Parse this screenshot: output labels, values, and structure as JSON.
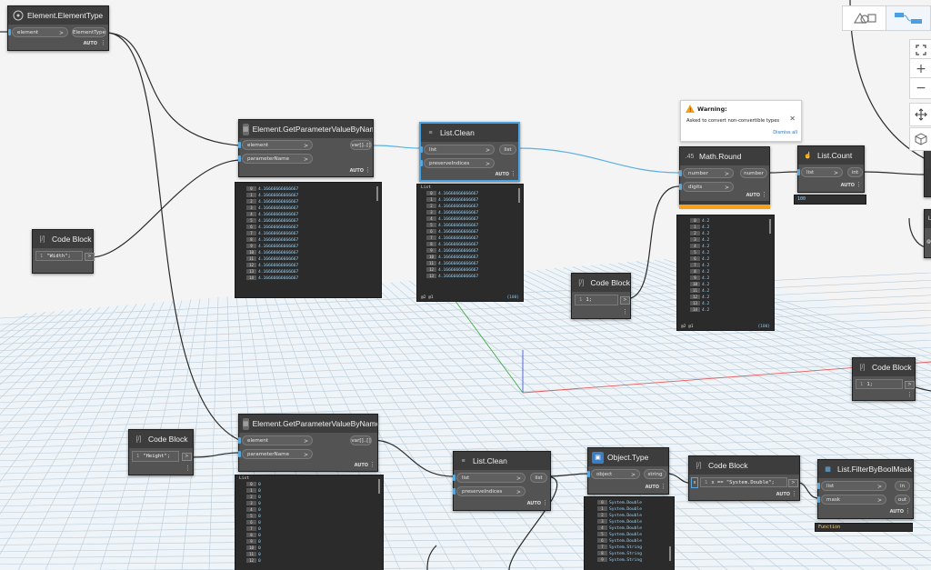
{
  "colors": {
    "wire_selected": "#5ab0e4",
    "wire": "#2a2a2a",
    "node_bg": "#3a3a3a",
    "port_bg": "#5f5f5f",
    "preview_text": "#9cd4f7",
    "warning": "#f6a11a"
  },
  "nodes": {
    "element_type": {
      "title": "Element.ElementType",
      "input": "element",
      "output": "ElementType",
      "lacing": "AUTO"
    },
    "gpv1": {
      "title": "Element.GetParameterValueByName",
      "inputs": [
        "element",
        "parameterName"
      ],
      "output": "var[]..[]",
      "lacing": "AUTO",
      "preview": [
        "4.16666666666667",
        "4.16666666666667",
        "4.16666666666667",
        "4.16666666666667",
        "4.16666666666667",
        "4.16666666666667",
        "4.16666666666667",
        "4.16666666666667",
        "4.16666666666667",
        "4.16666666666667",
        "4.16666666666667",
        "4.16666666666667",
        "4.16666666666667",
        "4.16666666666667",
        "4.16666666666667"
      ]
    },
    "code_width": {
      "title": "Code Block",
      "line": "1",
      "code": "\"Width\";",
      "out": ">"
    },
    "clean1": {
      "title": "List.Clean",
      "inputs": [
        "list",
        "preserveIndices"
      ],
      "output": "list",
      "lacing": "AUTO",
      "preview_header": "List",
      "preview": [
        "4.16666666666667",
        "4.16666666666667",
        "4.16666666666667",
        "4.16666666666667",
        "4.16666666666667",
        "4.16666666666667",
        "4.16666666666667",
        "4.16666666666667",
        "4.16666666666667",
        "4.16666666666667",
        "4.16666666666667",
        "4.16666666666667",
        "4.16666666666667",
        "4.16666666666667"
      ],
      "footer_left": "@2 @1",
      "footer_right": "{100}"
    },
    "code_one": {
      "title": "Code Block",
      "line": "1",
      "code": "1;"
    },
    "warning": {
      "title": "Warning:",
      "message": "Asked to convert non-convertible types",
      "dismiss": "Dismiss all"
    },
    "round": {
      "title": "Math.Round",
      "inputs": [
        "number",
        "digits"
      ],
      "output": "number",
      "lacing": "AUTO",
      "preview": [
        "4.2",
        "4.2",
        "4.2",
        "4.2",
        "4.2",
        "4.2",
        "4.2",
        "4.2",
        "4.2",
        "4.2",
        "4.2",
        "4.2",
        "4.2",
        "4.2",
        "4.2"
      ],
      "footer_left": "@2 @1",
      "footer_right": "{100}"
    },
    "count": {
      "title": "List.Count",
      "input": "list",
      "output": "int",
      "lacing": "AUTO",
      "result": "100"
    },
    "code_right": {
      "title": "Code Block",
      "line": "1",
      "code": "1;"
    },
    "code_height": {
      "title": "Code Block",
      "line": "1",
      "code": "\"Height\";"
    },
    "gpv2": {
      "title": "Element.GetParameterValueByName",
      "inputs": [
        "element",
        "parameterName"
      ],
      "output": "var[]..[]",
      "lacing": "AUTO",
      "preview_header": "List",
      "preview": [
        "0",
        "0",
        "0",
        "0",
        "0",
        "0",
        "0",
        "0",
        "0",
        "0",
        "0",
        "0",
        "0"
      ]
    },
    "clean2": {
      "title": "List.Clean",
      "inputs": [
        "list",
        "preserveIndices"
      ],
      "output": "list",
      "lacing": "AUTO"
    },
    "objtype": {
      "title": "Object.Type",
      "input": "object",
      "output": "string",
      "lacing": "AUTO",
      "preview": [
        "System.Double",
        "System.Double",
        "System.Double",
        "System.Double",
        "System.Double",
        "System.Double",
        "System.Double",
        "System.String",
        "System.String",
        "System.String"
      ]
    },
    "code_filter": {
      "title": "Code Block",
      "line": "1",
      "code": "x == \"System.Double\";",
      "lacing": "AUTO"
    },
    "filter": {
      "title": "List.FilterByBoolMask",
      "inputs": [
        "list",
        "mask"
      ],
      "outputs": [
        "in",
        "out"
      ],
      "lacing": "AUTO",
      "result": "Function"
    }
  },
  "partial": {
    "right_node_title": "L",
    "right_node_footer": "@1"
  },
  "toolbar": {
    "view_geometry": "geometry-view-icon",
    "view_graph": "graph-view-icon"
  },
  "zoom": {
    "fit": "fit-icon",
    "plus": "+",
    "minus": "−",
    "pan": "pan-icon",
    "orbit": "orbit-icon"
  }
}
